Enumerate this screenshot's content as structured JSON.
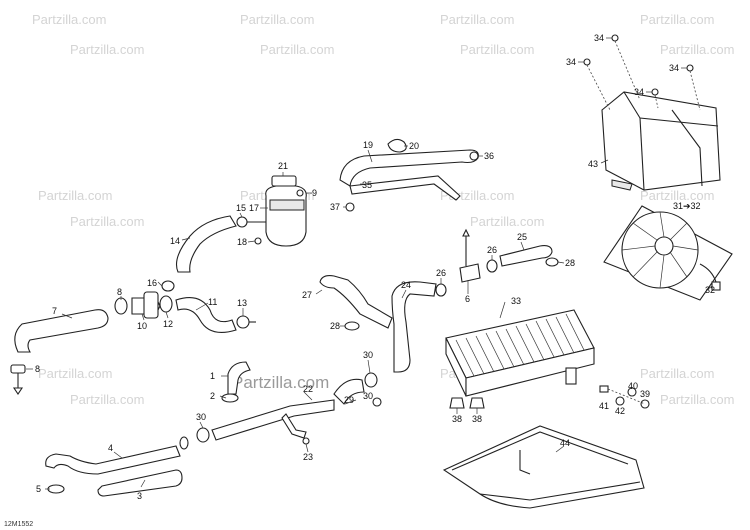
{
  "diagram": {
    "code": "12M1552",
    "watermark_text": "Partzilla.com",
    "watermark_center_text": "Partzilla.com"
  },
  "callouts": [
    "1",
    "2",
    "3",
    "4",
    "5",
    "6",
    "7",
    "8",
    "8",
    "9",
    "10",
    "11",
    "12",
    "13",
    "14",
    "15",
    "16",
    "17",
    "18",
    "19",
    "20",
    "21",
    "22",
    "23",
    "24",
    "25",
    "26",
    "26",
    "27",
    "28",
    "28",
    "29",
    "30",
    "30",
    "30",
    "31➔32",
    "32",
    "33",
    "34",
    "34",
    "34",
    "34",
    "35",
    "36",
    "37",
    "38",
    "38",
    "39",
    "40",
    "41",
    "42",
    "43",
    "44"
  ]
}
